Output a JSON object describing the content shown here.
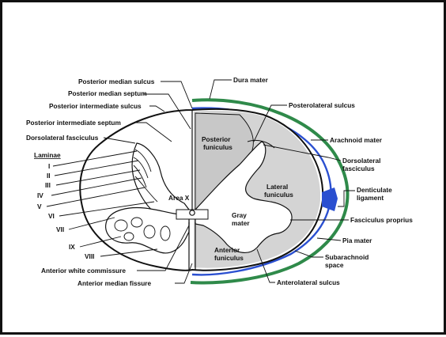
{
  "labels_left": {
    "posterior_median_sulcus": "Posterior median sulcus",
    "posterior_median_septum": "Posterior median septum",
    "posterior_intermediate_sulcus": "Posterior intermediate sulcus",
    "posterior_intermediate_septum": "Posterior intermediate septum",
    "dorsolateral_fasciculus": "Dorsolateral fasciculus",
    "laminae_heading": "Laminae",
    "laminae": [
      "I",
      "II",
      "III",
      "IV",
      "V",
      "VI",
      "VII",
      "VIII",
      "IX"
    ],
    "anterior_white_commissure": "Anterior white commissure",
    "anterior_median_fissure": "Anterior median fissure"
  },
  "labels_right": {
    "dura_mater": "Dura mater",
    "posterolateral_sulcus": "Posterolateral sulcus",
    "arachnoid_mater": "Arachnoid mater",
    "dorsolateral_fasciculus": [
      "Dorsolateral",
      "fasciculus"
    ],
    "denticulate_ligament": [
      "Denticulate",
      "ligament"
    ],
    "fasciculus_proprius": "Fasciculus proprius",
    "pia_mater": "Pia mater",
    "subarachnoid_space": [
      "Subarachnoid",
      "space"
    ],
    "anterolateral_sulcus": "Anterolateral sulcus"
  },
  "labels_inside": {
    "posterior_funiculus": [
      "Posterior",
      "funiculus"
    ],
    "lateral_funiculus": [
      "Lateral",
      "funiculus"
    ],
    "gray_mater": [
      "Gray",
      "mater"
    ],
    "area_x": "Area X",
    "anterior_funiculus": [
      "Anterior",
      "funiculus"
    ]
  },
  "colors": {
    "dura": "#2f8a4a",
    "arachnoid": "#2a4fd0",
    "white_matter": "#d4d4d4",
    "line": "#111111"
  }
}
